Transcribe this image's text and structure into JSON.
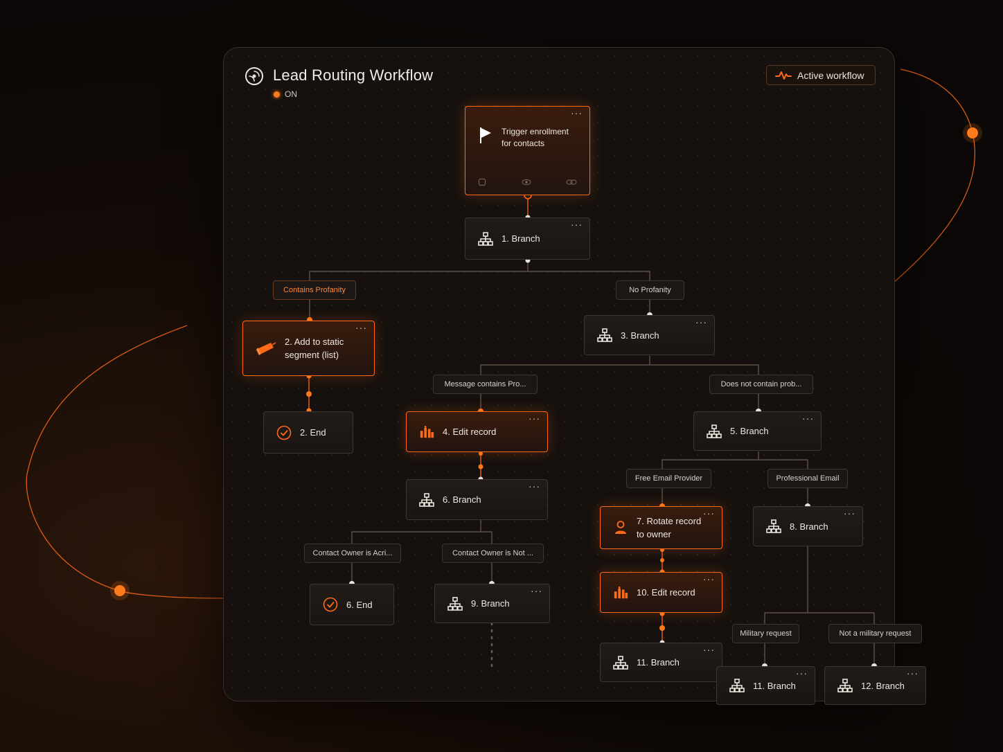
{
  "header": {
    "title": "Lead Routing Workflow",
    "status": "ON",
    "badge": "Active workflow"
  },
  "colors": {
    "accent": "#ff6a18",
    "background": "#0b0807",
    "panel": "#16110e"
  },
  "trigger": {
    "line1": "Trigger enrollment",
    "line2": "for contacts"
  },
  "nodes": {
    "n1": {
      "label": "1. Branch",
      "icon": "branch-icon"
    },
    "n2": {
      "line1": "2. Add to static",
      "line2": "segment (list)",
      "icon": "megaphone-icon"
    },
    "n2end": {
      "label": "2. End",
      "icon": "check-circle-icon"
    },
    "n3": {
      "label": "3. Branch",
      "icon": "branch-icon"
    },
    "n4": {
      "label": "4. Edit record",
      "icon": "edit-record-icon"
    },
    "n5": {
      "label": "5. Branch",
      "icon": "branch-icon"
    },
    "n6": {
      "label": "6. Branch",
      "icon": "branch-icon"
    },
    "n6end": {
      "label": "6. End",
      "icon": "check-circle-icon"
    },
    "n7": {
      "line1": "7. Rotate record",
      "line2": "to owner",
      "icon": "person-icon"
    },
    "n8": {
      "label": "8. Branch",
      "icon": "branch-icon"
    },
    "n9": {
      "label": "9. Branch",
      "icon": "branch-icon"
    },
    "n10": {
      "label": "10. Edit record",
      "icon": "edit-record-icon"
    },
    "n11a": {
      "label": "11. Branch",
      "icon": "branch-icon"
    },
    "n11b": {
      "label": "11. Branch",
      "icon": "branch-icon"
    },
    "n12": {
      "label": "12. Branch",
      "icon": "branch-icon"
    }
  },
  "conditions": {
    "profanity": "Contains Profanity",
    "no_profanity": "No Profanity",
    "msg_contains": "Message contains Pro...",
    "not_contain": "Does not contain prob...",
    "free_email": "Free Email Provider",
    "pro_email": "Professional Email",
    "owner_is": "Contact Owner is Acri...",
    "owner_not": "Contact Owner is Not ...",
    "military": "Military request",
    "not_military": "Not a military request"
  },
  "more_label": "···"
}
